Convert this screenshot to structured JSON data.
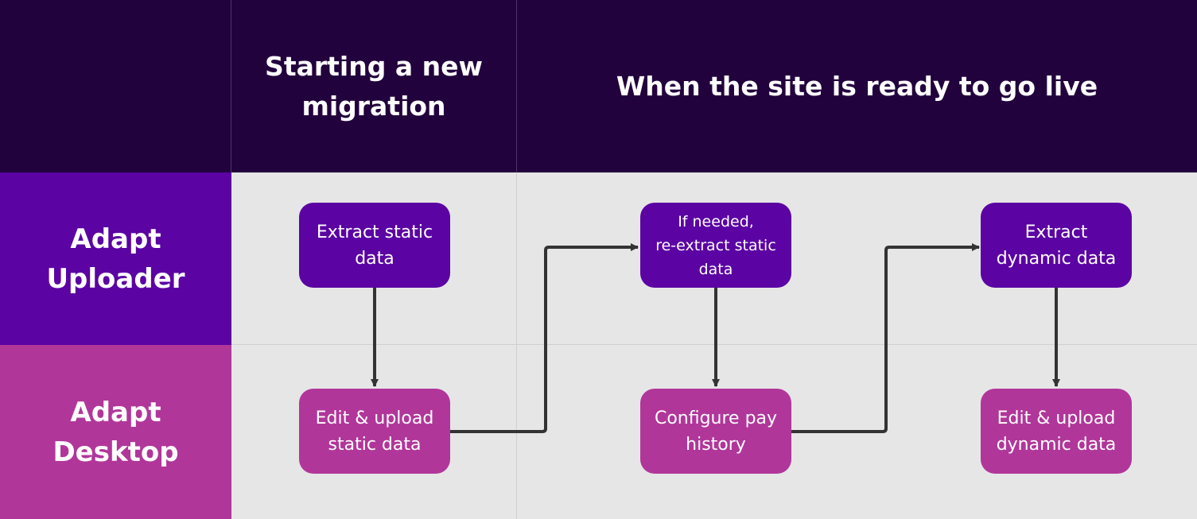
{
  "header": {
    "corner": "",
    "col1": "Starting a new\nmigration",
    "col2": "When the site is ready to go live"
  },
  "rows": {
    "uploader": "Adapt\nUploader",
    "desktop": "Adapt\nDesktop"
  },
  "steps": {
    "extract_static": "Extract static\ndata",
    "edit_upload_static": "Edit & upload\nstatic data",
    "reextract_static": "If needed,\nre-extract static\ndata",
    "configure_pay": "Configure pay\nhistory",
    "extract_dynamic": "Extract\ndynamic data",
    "edit_upload_dynamic": "Edit & upload\ndynamic data"
  },
  "colors": {
    "header_bg": "#22023d",
    "uploader": "#5b03a3",
    "desktop": "#b1369a",
    "lane_bg": "#e6e6e6",
    "connector": "#333333"
  }
}
